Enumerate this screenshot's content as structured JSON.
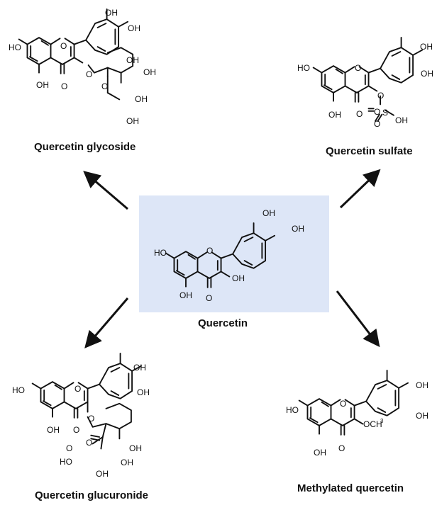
{
  "center": {
    "name": "Quercetin",
    "labels": {
      "ho7": "HO",
      "o1": "O",
      "oh3p": "OH",
      "oh4p": "OH",
      "oh3": "OH",
      "oh5": "OH",
      "o4": "O"
    }
  },
  "glycoside": {
    "name": "Quercetin glycoside",
    "labels": {
      "ho7": "HO",
      "o1": "O",
      "oh3p": "OH",
      "oh4p": "OH",
      "oh5": "OH",
      "o4": "O",
      "o3": "O",
      "ring_o": "O",
      "s_oh1": "OH",
      "s_oh2": "OH",
      "s_oh3": "OH",
      "s_oh4": "OH"
    }
  },
  "sulfate": {
    "name": "Quercetin sulfate",
    "labels": {
      "ho7": "HO",
      "o1": "O",
      "oh3p": "OH",
      "oh4p": "OH",
      "oh5": "OH",
      "o4": "O",
      "o3": "O",
      "s": "S",
      "so_left": "O",
      "so_bottom": "O",
      "s_oh": "OH"
    }
  },
  "glucuronide": {
    "name": "Quercetin glucuronide",
    "labels": {
      "ho7": "HO",
      "o1": "O",
      "oh3p": "OH",
      "oh4p": "OH",
      "oh5": "OH",
      "o4": "O",
      "o3": "O",
      "ring_o": "O",
      "cooh_o": "O",
      "cooh_ho": "HO",
      "s_oh1": "OH",
      "s_oh2": "OH",
      "s_oh3": "OH"
    }
  },
  "methylated": {
    "name": "Methylated quercetin",
    "labels": {
      "ho7": "HO",
      "o1": "O",
      "oh3p": "OH",
      "oh4p": "OH",
      "oh5": "OH",
      "o4": "O",
      "och3": "OCH",
      "och3_sup": "3"
    }
  }
}
